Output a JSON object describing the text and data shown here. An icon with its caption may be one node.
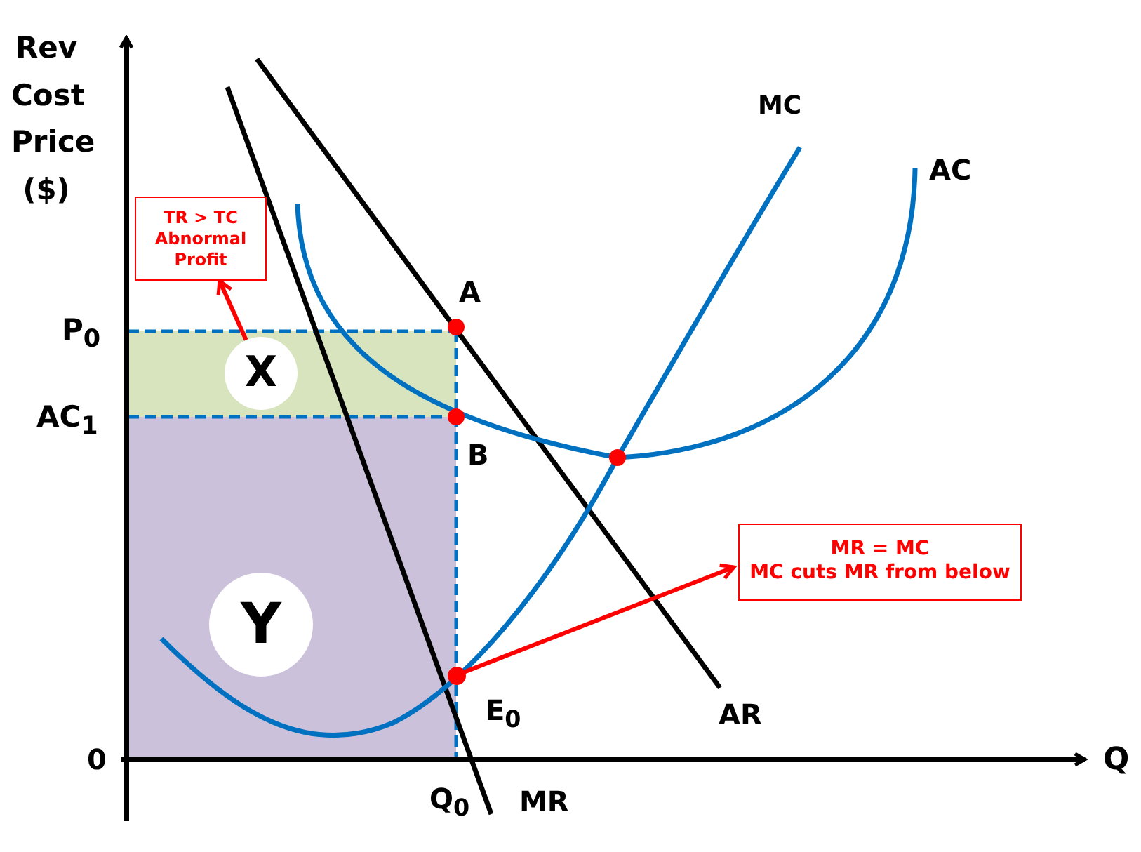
{
  "diagram": {
    "nodes": [
      {
        "text": [
          "TR > TC Abnormal Profit"
        ]
      },
      {
        "text": [
          "X"
        ]
      },
      {
        "text": [
          "MR = MC",
          "MC cuts MR from below"
        ]
      },
      {
        "text": [
          "Y"
        ]
      },
      {
        "text": [],
        "shape": "circle"
      }
    ],
    "edges": [
      {
        "from": 1,
        "to": 0,
        "arrow": "to",
        "color": "#ff0000"
      },
      {
        "from": 4,
        "to": 2,
        "arrow": "to",
        "color": "#ff0000"
      }
    ],
    "labels": [
      "Rev Cost Price ($)",
      "MC",
      "AC",
      "A",
      "P$_{0}$",
      "AC$_{1}$",
      "B",
      "E$_{0}$",
      "AR",
      "0",
      "Q",
      "Q$_{0}$",
      "MR"
    ]
  }
}
